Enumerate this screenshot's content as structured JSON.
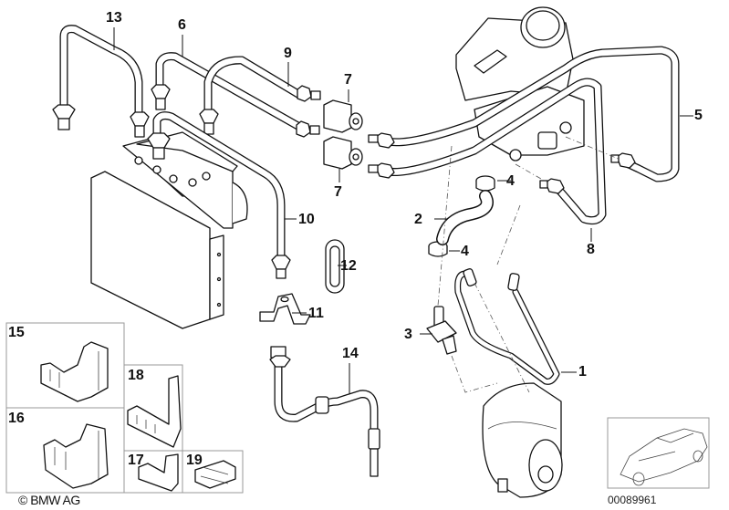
{
  "diagram": {
    "title": "Brake pipes / ABS hydraulic unit – parts diagram",
    "callouts": [
      {
        "id": "c1",
        "text": "1"
      },
      {
        "id": "c2",
        "text": "2"
      },
      {
        "id": "c3",
        "text": "3"
      },
      {
        "id": "c4a",
        "text": "4"
      },
      {
        "id": "c4b",
        "text": "4"
      },
      {
        "id": "c5",
        "text": "5"
      },
      {
        "id": "c6",
        "text": "6"
      },
      {
        "id": "c7a",
        "text": "7"
      },
      {
        "id": "c7b",
        "text": "7"
      },
      {
        "id": "c8",
        "text": "8"
      },
      {
        "id": "c9",
        "text": "9"
      },
      {
        "id": "c10",
        "text": "10"
      },
      {
        "id": "c11",
        "text": "11"
      },
      {
        "id": "c12",
        "text": "12"
      },
      {
        "id": "c13",
        "text": "13"
      },
      {
        "id": "c14",
        "text": "14"
      }
    ],
    "inset_labels": {
      "p15": "15",
      "p16": "16",
      "p17": "17",
      "p18": "18",
      "p19": "19"
    },
    "copyright": "© BMW AG",
    "image_code": "00089961",
    "vehicle_thumbnail": "car-outline"
  }
}
